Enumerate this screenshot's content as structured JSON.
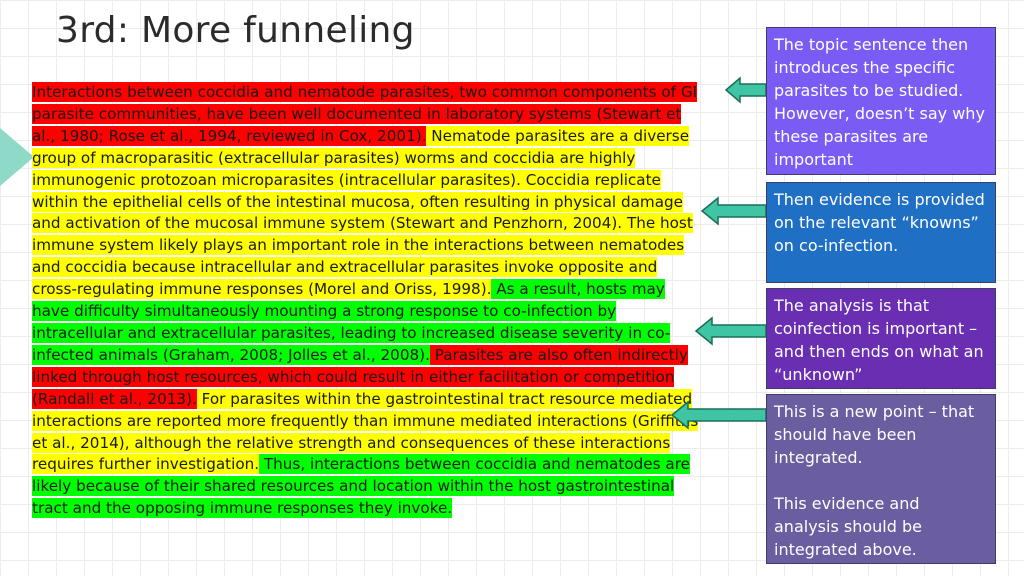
{
  "slide": {
    "title": "3rd: More funneling"
  },
  "paragraph": {
    "segments": [
      {
        "color": "red",
        "text": "Interactions between coccidia and nematode parasites, two common components of GI parasite communities, have been well documented in laboratory systems (Stewart et al., 1980; Rose et al., 1994, reviewed in Cox, 2001)."
      },
      {
        "color": "yellow",
        "text": " Nematode parasites are a diverse group of macroparasitic (extracellular parasites) worms and coccidia are highly immunogenic protozoan microparasites (intracellular parasites). Coccidia replicate within the epithelial cells of the intestinal mucosa, often resulting in physical damage and activation of the mucosal immune system (Stewart and Penzhorn, 2004). The host immune system likely plays an important role in the interactions between nematodes and coccidia because intracellular and extracellular parasites invoke opposite and cross-regulating immune responses (Morel and Oriss, 1998)."
      },
      {
        "color": "green",
        "text": " As a result, hosts may have difficulty simultaneously mounting a strong response to co-infection by intracellular and extracellular parasites, leading to increased disease severity in co-infected animals (Graham, 2008; Jolles et al., 2008)."
      },
      {
        "color": "red",
        "text": " Parasites are also often indirectly linked through host resources, which could result in either facilitation or competition (Randall et al., 2013)."
      },
      {
        "color": "yellow",
        "text": " For parasites within the gastrointestinal tract resource mediated interactions are reported more frequently than immune mediated interactions (Griffiths et al., 2014), although the relative strength and consequences of these interactions requires further investigation."
      },
      {
        "color": "green",
        "text": " Thus, interactions between coccidia and nematodes are likely because of their shared resources and location within the host gastrointestinal tract and the opposing immune responses they invoke."
      }
    ]
  },
  "notes": [
    {
      "text": "The topic sentence then introduces the specific parasites to be studied. However, doesn’t say why these parasites are important"
    },
    {
      "text": "Then evidence is provided on the relevant “knowns” on co-infection."
    },
    {
      "text": "The analysis is that coinfection is important – and then ends on what an “unknown”"
    },
    {
      "text": "This is a new point – that should have been integrated.\n\nThis evidence and analysis should be integrated above."
    }
  ],
  "colors": {
    "highlight_red": "#ff0000",
    "highlight_yellow": "#ffff00",
    "highlight_green": "#00ff00",
    "arrow_fill": "#3fc4a4",
    "arrow_stroke": "#1b6e5a",
    "note_1": "#7a5cf5",
    "note_2": "#1f6fc4",
    "note_3": "#6a2eb3",
    "note_4": "#6a5ea0"
  },
  "icons": [
    "left-arrow-icon",
    "side-tab-icon"
  ]
}
